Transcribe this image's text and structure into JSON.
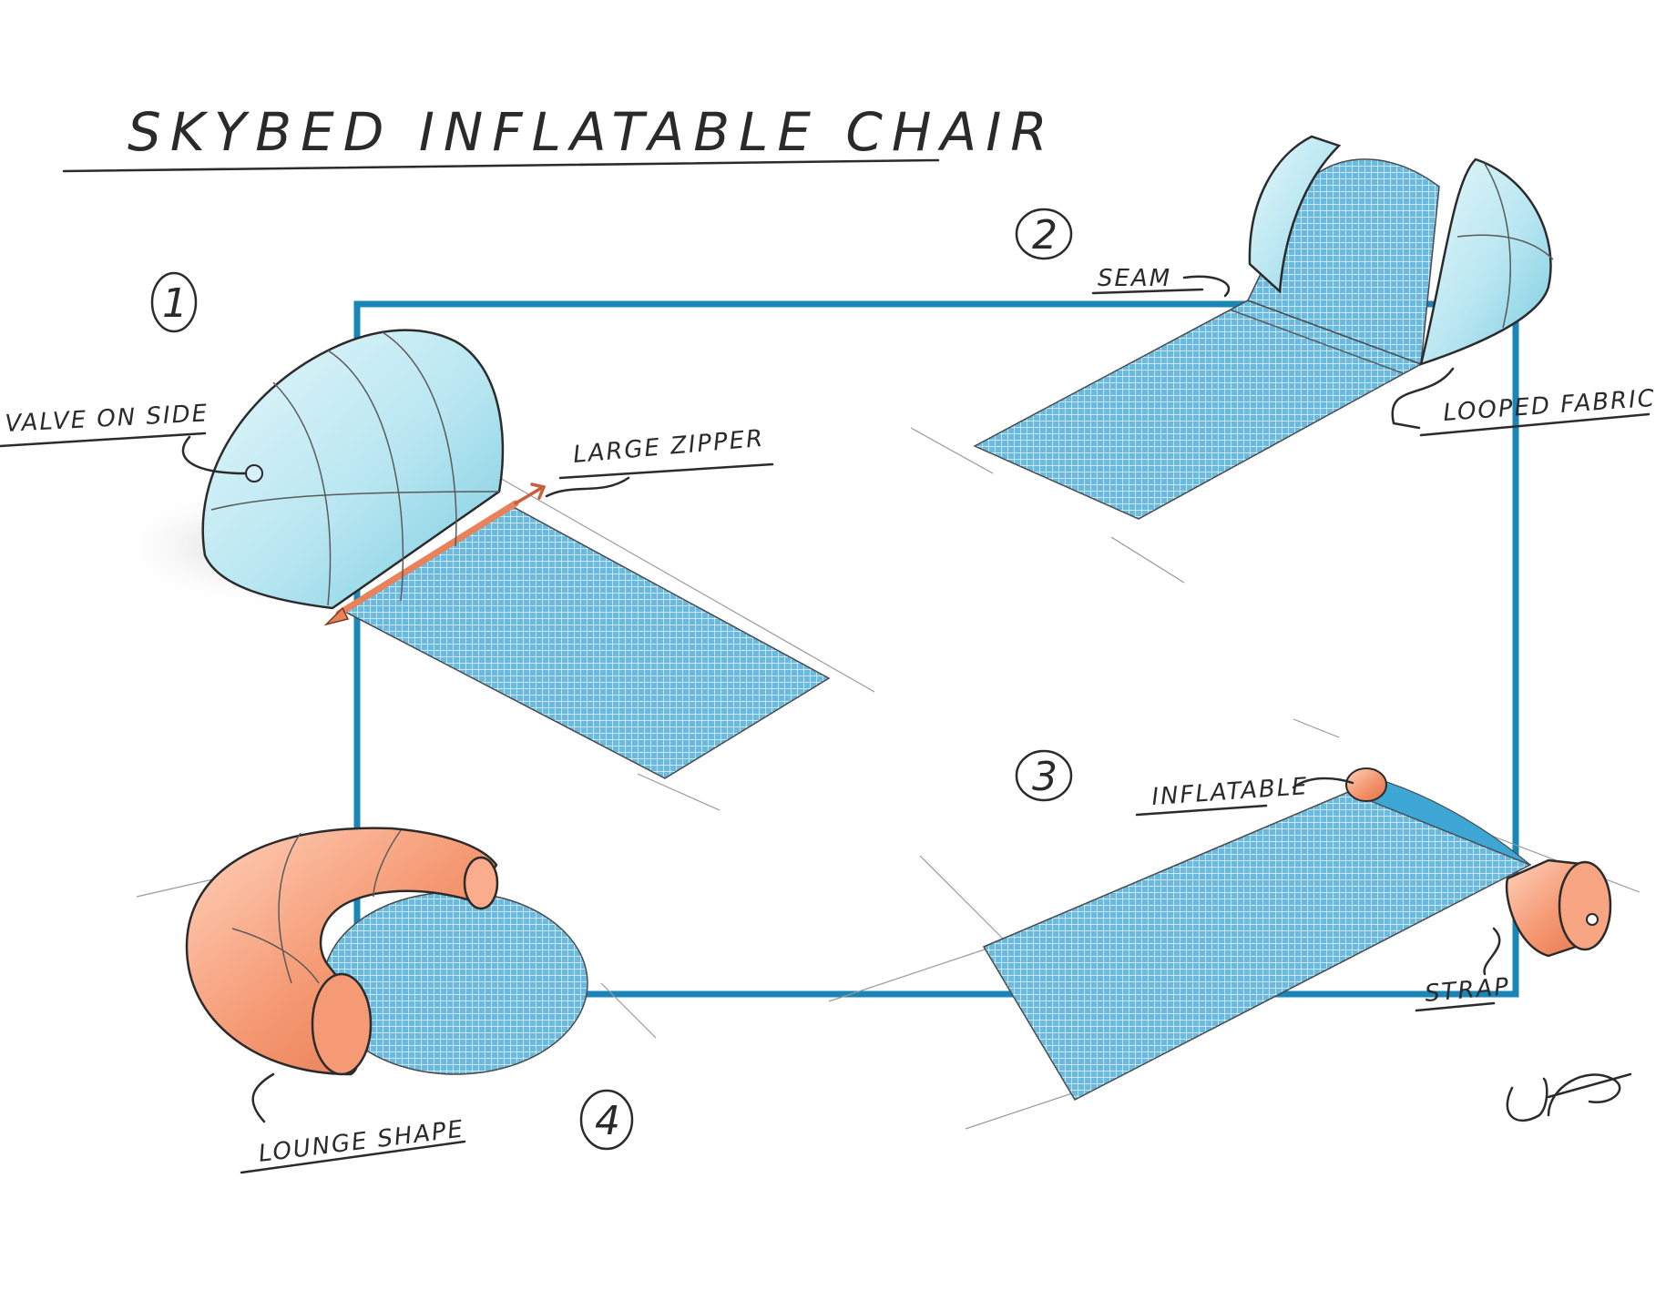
{
  "title": "SKYBED INFLATABLE CHAIR",
  "steps": [
    {
      "number": "1",
      "labels": [
        "VALVE ON SIDE",
        "LARGE ZIPPER"
      ]
    },
    {
      "number": "2",
      "labels": [
        "SEAM",
        "LOOPED FABRIC"
      ]
    },
    {
      "number": "3",
      "labels": [
        "INFLATABLE",
        "STRAP"
      ]
    },
    {
      "number": "4",
      "labels": [
        "LOUNGE SHAPE"
      ]
    }
  ],
  "colors": {
    "frame": "#1a86b8",
    "fabric": "#5ab4dc",
    "inflatable_clear": "#bfe9f3",
    "inflatable_orange": "#f39a72",
    "zipper": "#e8825a",
    "ink": "#2b2b2b"
  }
}
